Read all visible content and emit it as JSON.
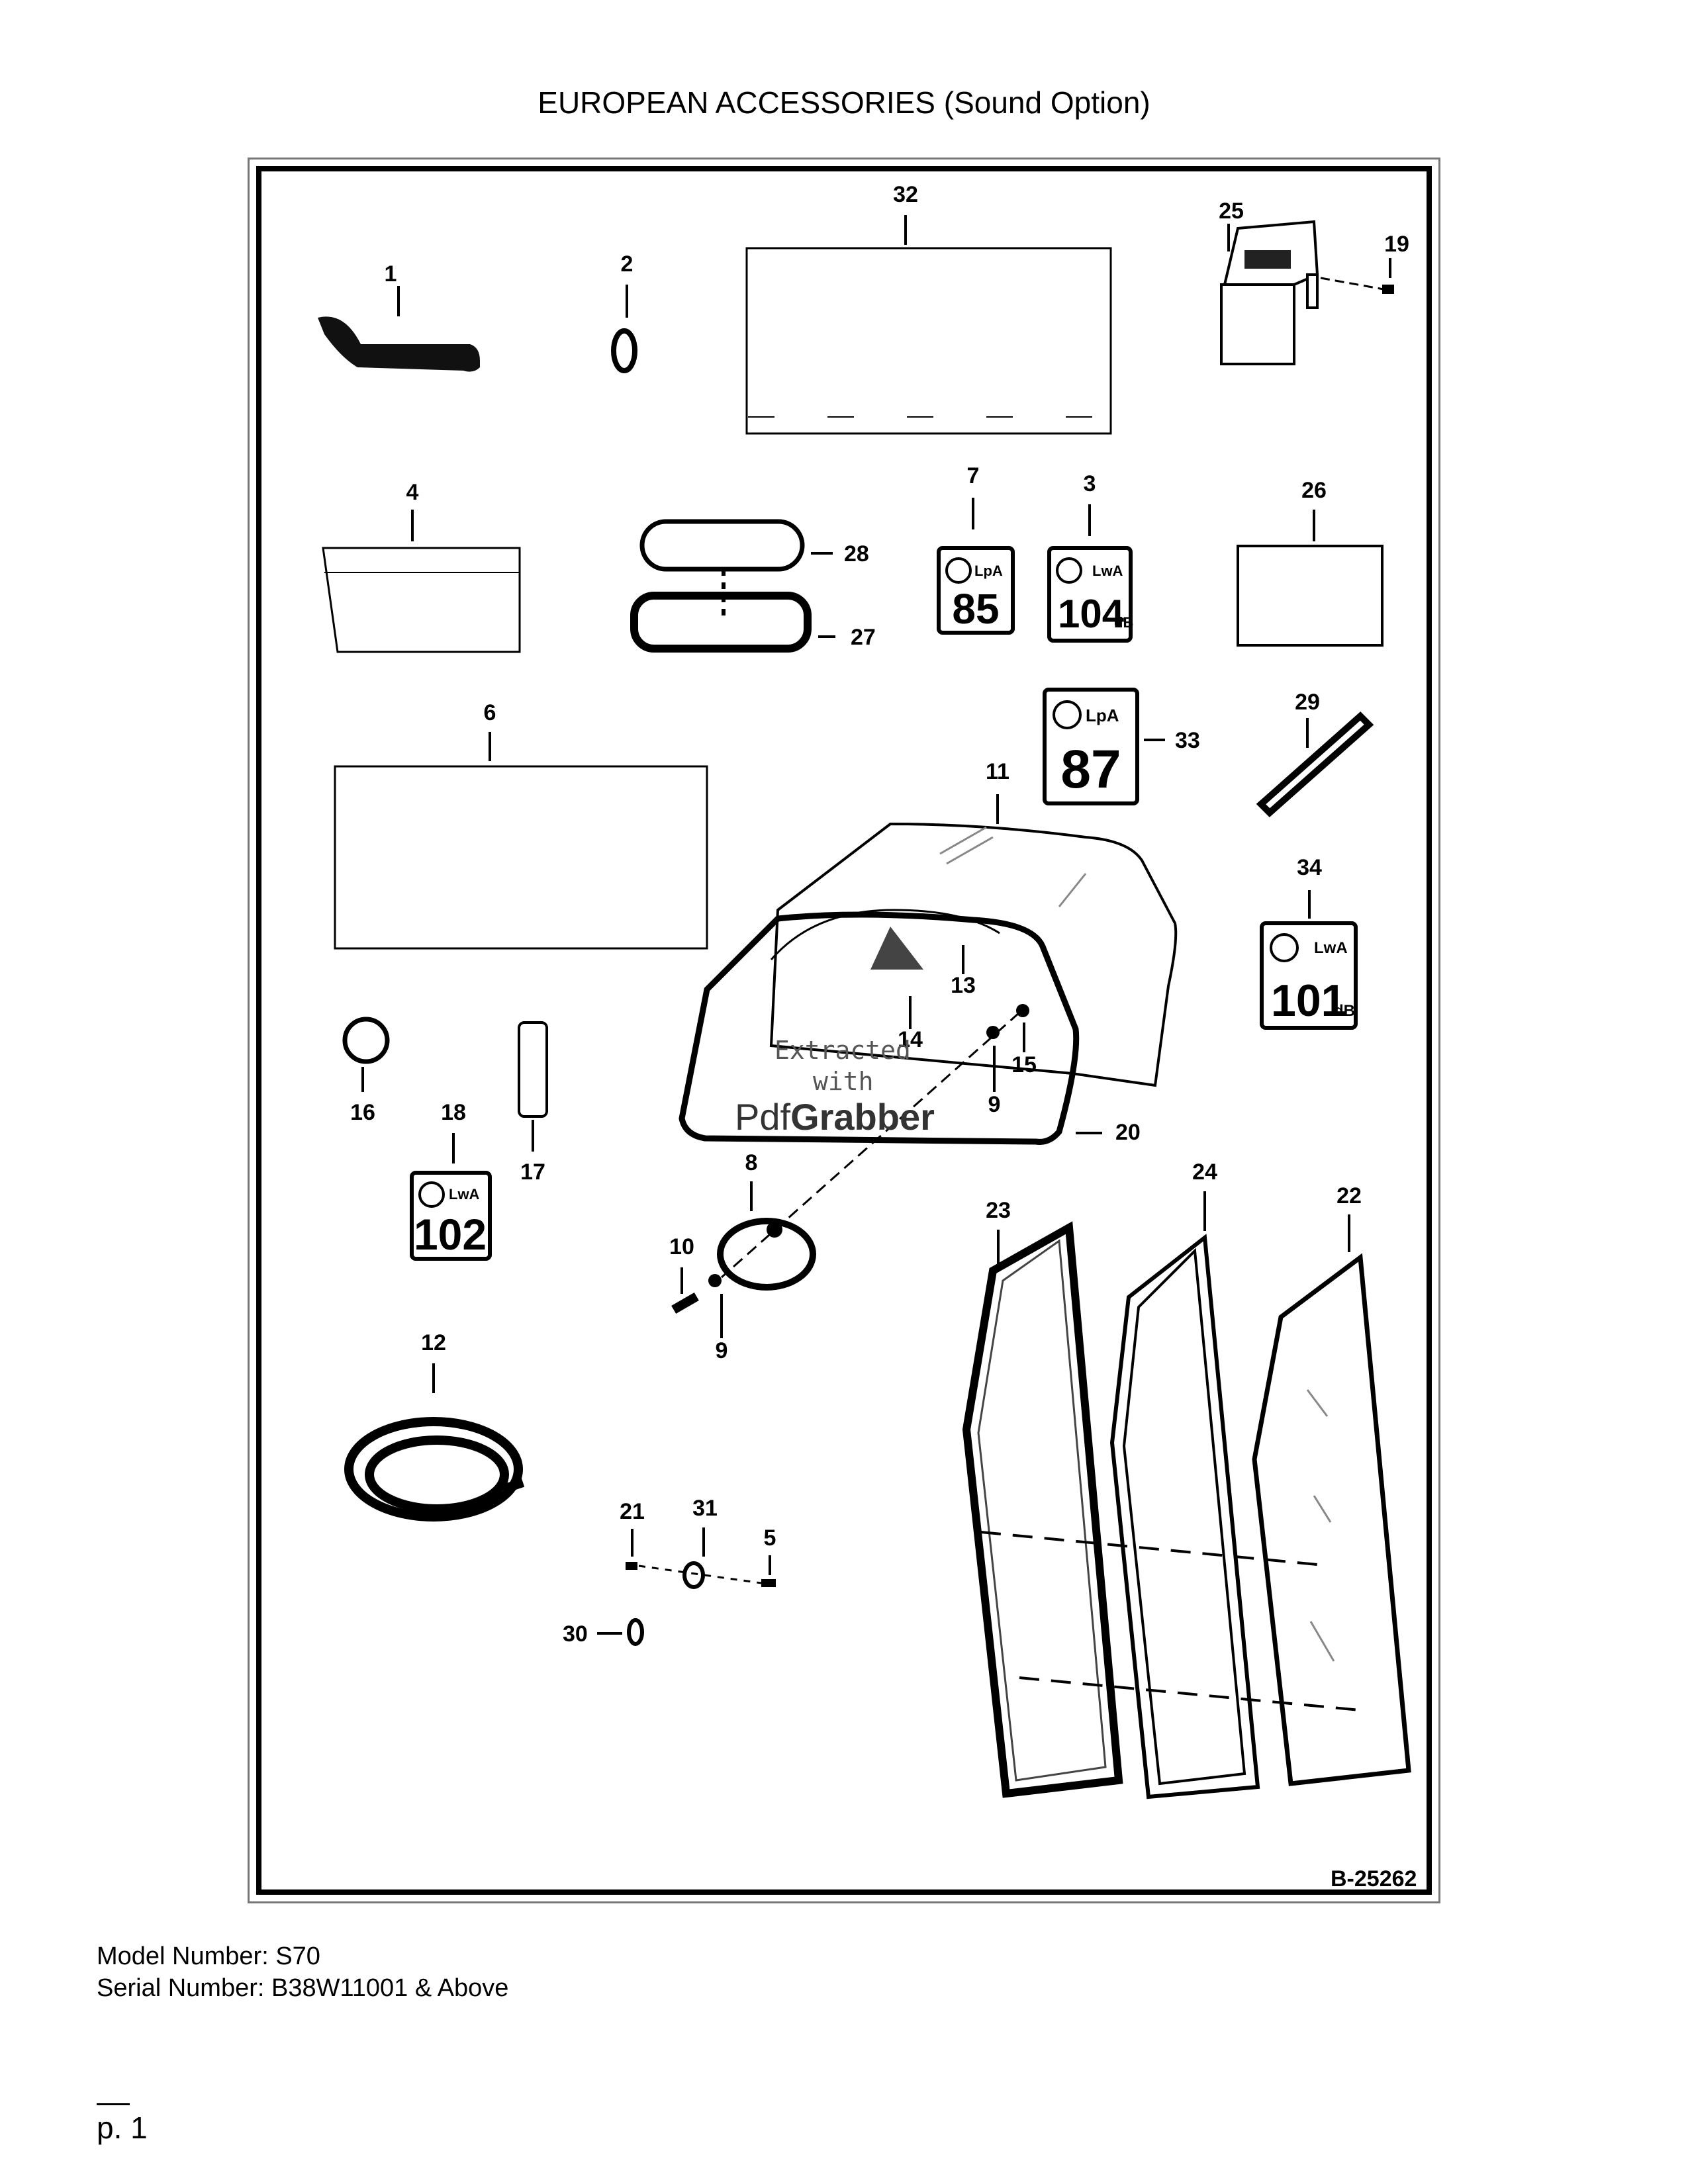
{
  "title": "EUROPEAN ACCESSORIES (Sound Option)",
  "diagram": {
    "reference_code": "B-25262",
    "callouts": {
      "c1": "1",
      "c2": "2",
      "c3": "3",
      "c4": "4",
      "c5": "5",
      "c6": "6",
      "c7": "7",
      "c8": "8",
      "c9a": "9",
      "c9b": "9",
      "c10": "10",
      "c11": "11",
      "c12": "12",
      "c13": "13",
      "c14": "14",
      "c15": "15",
      "c16": "16",
      "c17": "17",
      "c18": "18",
      "c19": "19",
      "c20": "20",
      "c21": "21",
      "c22": "22",
      "c23": "23",
      "c24": "24",
      "c25": "25",
      "c26": "26",
      "c27": "27",
      "c28": "28",
      "c29": "29",
      "c30": "30",
      "c31": "31",
      "c32": "32",
      "c33": "33",
      "c34": "34"
    },
    "decals": {
      "d7": {
        "label": "LpA",
        "value": "85"
      },
      "d3": {
        "label": "LwA",
        "value": "104",
        "unit": "dB"
      },
      "d33": {
        "label": "LpA",
        "value": "87"
      },
      "d34": {
        "label": "LwA",
        "value": "101",
        "unit": "dB"
      },
      "d18": {
        "label": "LwA",
        "value": "102"
      }
    }
  },
  "watermark": {
    "line1": "Extracted",
    "line2": "with",
    "brand_a": "Pdf",
    "brand_b": "Grabber"
  },
  "footer": {
    "model": "Model Number: S70",
    "serial": "Serial Number: B38W11001 & Above",
    "page": "p. 1"
  }
}
